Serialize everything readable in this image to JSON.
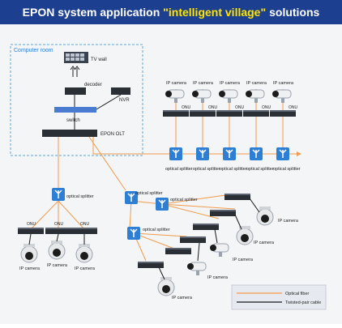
{
  "title": {
    "prefix": "EPON system application",
    "highlight": "\"intelligent village\"",
    "suffix": "solutions"
  },
  "labels": {
    "computer_room": "Computer room",
    "tv_wall": "TV wall",
    "decoder": "decoder",
    "nvr": "NVR",
    "switch": "switch",
    "olt": "EPON OLT",
    "splitter": "optical splitter",
    "onu": "ONU",
    "camera": "IP camera"
  },
  "legend": {
    "fiber": "Optical fiber",
    "twisted": "Twisted-pair cable"
  },
  "colors": {
    "fiber": "#f29b4b",
    "twisted": "#1a1a1a",
    "splitter": "#2d7fd6",
    "title_bg": "#1d3f8f",
    "highlight": "#ffe400"
  }
}
